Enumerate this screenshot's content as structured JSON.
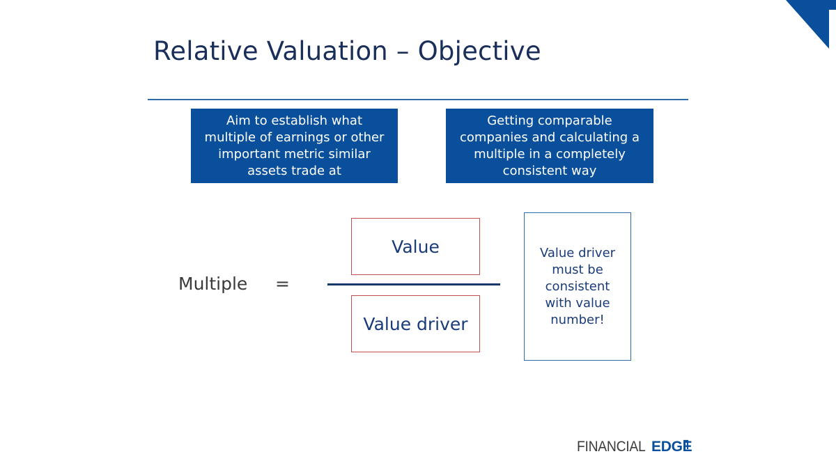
{
  "slide": {
    "title": "Relative Valuation – Objective",
    "info_boxes": [
      {
        "lines": [
          "Aim to establish what",
          "multiple of earnings or other",
          "important metric similar",
          "assets trade at"
        ]
      },
      {
        "lines": [
          "Getting comparable",
          "companies and calculating a",
          "multiple in a completely",
          "consistent way"
        ]
      }
    ],
    "formula": {
      "label": "Multiple",
      "equals": "=",
      "numerator": "Value",
      "denominator": "Value driver"
    },
    "note": {
      "lines": [
        "Value driver",
        "must be",
        "consistent",
        "with value",
        "number!"
      ]
    },
    "logo": {
      "part1": "FINANCIAL",
      "part2": "EDGE"
    }
  },
  "colors": {
    "primary_blue": "#0a4f9c",
    "title_navy": "#1a2e5a",
    "accent_red": "#c0504d",
    "rule_blue": "#2d6aa8"
  }
}
